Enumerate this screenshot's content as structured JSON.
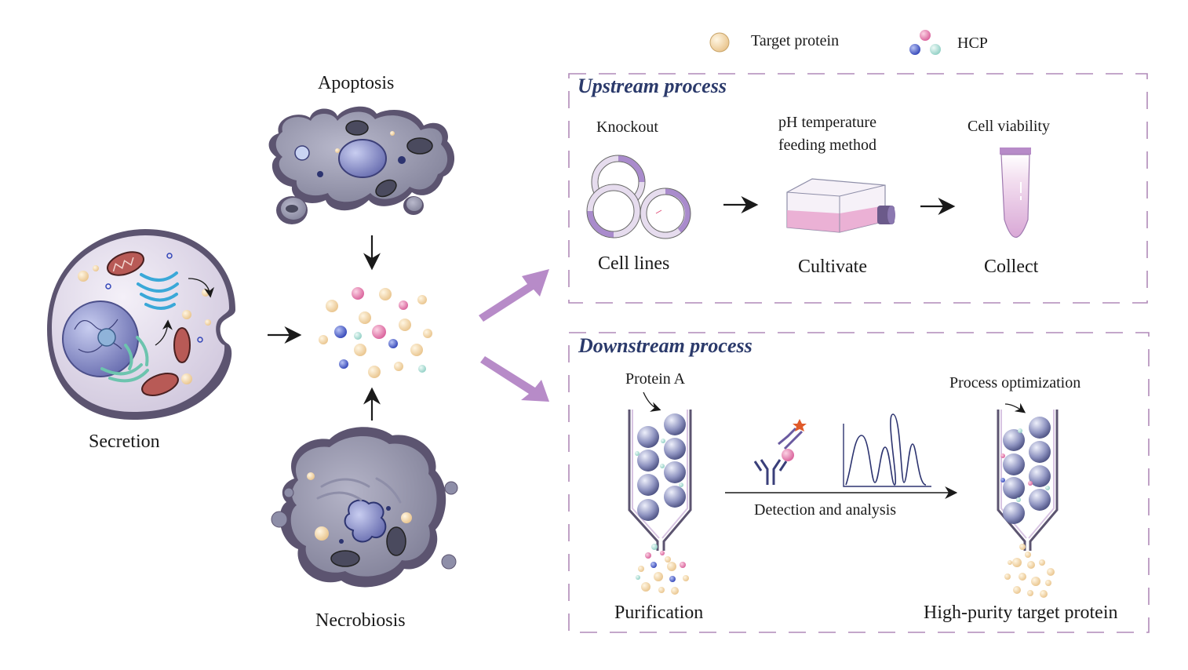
{
  "legend": {
    "target_protein": "Target protein",
    "hcp": "HCP"
  },
  "cells": {
    "apoptosis": "Apoptosis",
    "secretion": "Secretion",
    "necrobiosis": "Necrobiosis"
  },
  "upstream": {
    "title": "Upstream process",
    "knockout": "Knockout",
    "cell_lines": "Cell lines",
    "conditions_line1": "pH temperature",
    "conditions_line2": "feeding method",
    "cultivate": "Cultivate",
    "cell_viability": "Cell viability",
    "collect": "Collect"
  },
  "downstream": {
    "title": "Downstream process",
    "protein_a": "Protein A",
    "purification": "Purification",
    "detection": "Detection and analysis",
    "process_optimization": "Process optimization",
    "high_purity": "High-purity target protein"
  },
  "colors": {
    "dash_border": "#b08ab8",
    "arrow_purple": "#b78bc8",
    "title_navy": "#2b3a6b",
    "target_protein": "#f3d7a6",
    "hcp_pink": "#e68fb4",
    "hcp_blue": "#5b6fd0",
    "hcp_teal": "#a8dcd3"
  }
}
